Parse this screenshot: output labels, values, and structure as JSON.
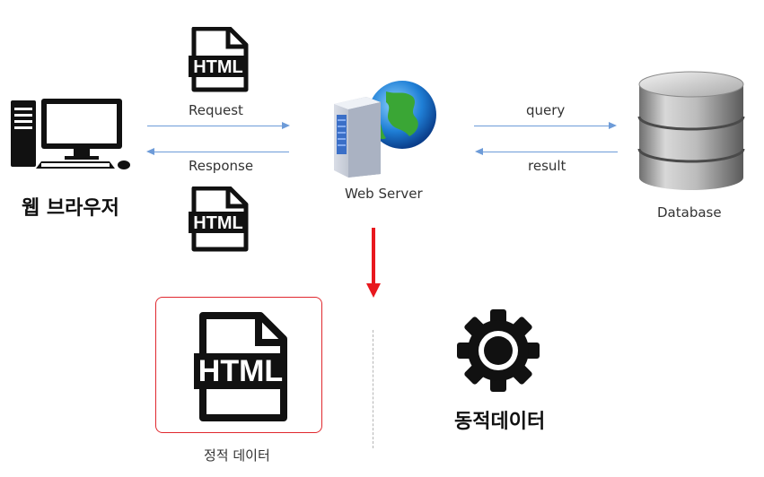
{
  "browser": {
    "label": "웹 브라우저"
  },
  "docs": {
    "icon_text": "HTML"
  },
  "arrows": {
    "request": "Request",
    "response": "Response",
    "query": "query",
    "result": "result"
  },
  "server": {
    "label": "Web Server"
  },
  "database": {
    "label": "Database"
  },
  "static_data": {
    "label": "정적 데이터"
  },
  "dynamic_data": {
    "label": "동적데이터"
  },
  "colors": {
    "arrow": "#6d9bd8",
    "red_arrow": "#e8181e",
    "static_box_border": "#e0282e",
    "icon": "#111111"
  }
}
